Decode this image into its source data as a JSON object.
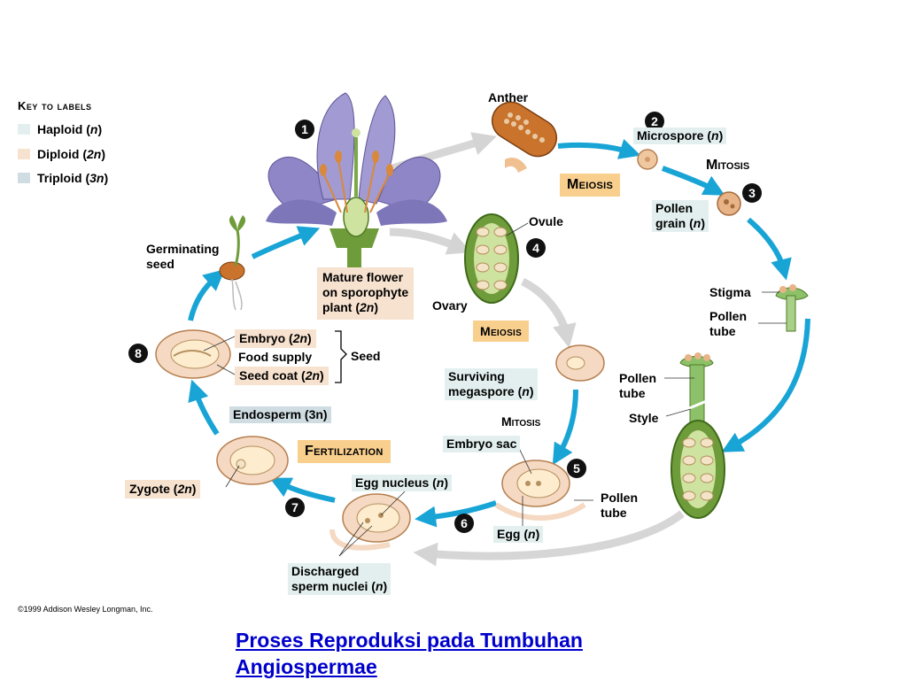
{
  "key": {
    "title": "Key to labels",
    "items": [
      {
        "label": "Haploid",
        "ploidy": "n",
        "color": "#e3efef"
      },
      {
        "label": "Diploid",
        "ploidy": "2n",
        "color": "#f7e2cf"
      },
      {
        "label": "Triploid",
        "ploidy": "3n",
        "color": "#cfdde2"
      }
    ]
  },
  "stages": {
    "meiosis_1": "Meiosis",
    "mitosis_1": "Mitosis",
    "meiosis_2": "Meiosis",
    "mitosis_2": "Mitosis",
    "fertilization": "Fertilization"
  },
  "labels": {
    "anther": "Anther",
    "microspore": "Microspore",
    "microspore_ploidy": "n",
    "pollen_grain": "Pollen",
    "pollen_grain_2": "grain",
    "pollen_grain_ploidy": "n",
    "stigma": "Stigma",
    "pollen_tube_a1": "Pollen",
    "pollen_tube_a2": "tube",
    "pollen_tube_b1": "Pollen",
    "pollen_tube_b2": "tube",
    "style": "Style",
    "pollen_tube_c1": "Pollen",
    "pollen_tube_c2": "tube",
    "ovule": "Ovule",
    "ovary": "Ovary",
    "mature_flower_1": "Mature flower",
    "mature_flower_2": "on sporophyte",
    "mature_flower_3": "plant",
    "mature_flower_ploidy": "2n",
    "germinating_1": "Germinating",
    "germinating_2": "seed",
    "embryo": "Embryo",
    "embryo_ploidy": "2n",
    "food_supply": "Food supply",
    "seed_coat": "Seed coat",
    "seed_coat_ploidy": "2n",
    "seed": "Seed",
    "surviving_1": "Surviving",
    "surviving_2": "megaspore",
    "surviving_ploidy": "n",
    "embryo_sac": "Embryo sac",
    "endosperm": "Endosperm",
    "endosperm_ploidy": "3n",
    "zygote": "Zygote",
    "zygote_ploidy": "2n",
    "egg_nucleus": "Egg nucleus",
    "egg_nucleus_ploidy": "n",
    "egg": "Egg",
    "egg_ploidy": "n",
    "discharged_1": "Discharged",
    "discharged_2": "sperm nuclei",
    "discharged_ploidy": "n"
  },
  "steps": [
    "1",
    "2",
    "3",
    "4",
    "5",
    "6",
    "7",
    "8"
  ],
  "copyright": "©1999 Addison Wesley Longman, Inc.",
  "title_line1": "Proses Reproduksi pada Tumbuhan",
  "title_line2": "Angiospermae",
  "colors": {
    "arrow_blue": "#19a4d6",
    "arrow_grey": "#d4d4d4",
    "petal": "#8e86c7",
    "green": "#5f8f3a"
  }
}
